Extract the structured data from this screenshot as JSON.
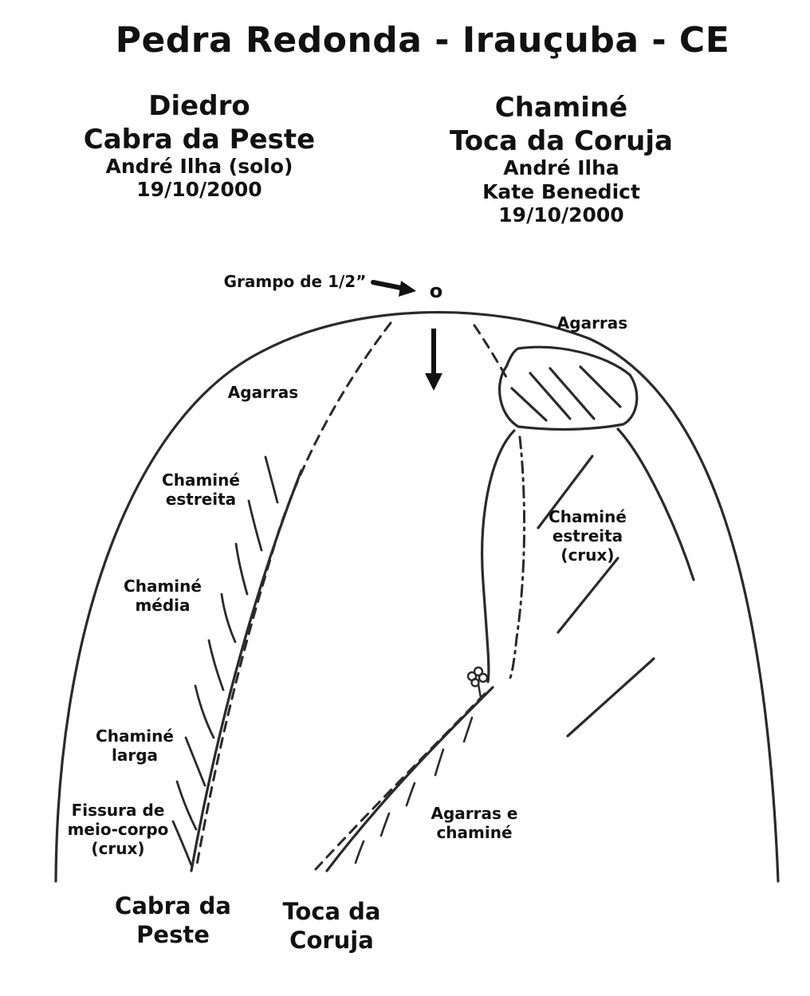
{
  "title": "Pedra Redonda - Irauçuba - CE",
  "routes": [
    {
      "name_line1": "Diedro",
      "name_line2": "Cabra da Peste",
      "credits": [
        "André Ilha (solo)",
        "19/10/2000"
      ]
    },
    {
      "name_line1": "Chaminé",
      "name_line2": "Toca da Coruja",
      "credits": [
        "André Ilha",
        "Kate Benedict",
        "19/10/2000"
      ]
    }
  ],
  "labels": {
    "bolt": "Grampo de 1/2”",
    "bolt_marker": "o",
    "holds_top_right": "Agarras",
    "holds_left": "Agarras",
    "left_chimney_narrow": [
      "Chaminé",
      "estreita"
    ],
    "left_chimney_medium": [
      "Chaminé",
      "média"
    ],
    "left_chimney_wide": [
      "Chaminé",
      "larga"
    ],
    "left_crack": [
      "Fissura de",
      "meio-corpo",
      "(crux)"
    ],
    "right_chimney_narrow": [
      "Chaminé",
      "estreita",
      "(crux)"
    ],
    "right_holds_chimney": [
      "Agarras e",
      "chaminé"
    ]
  },
  "bases": {
    "left": [
      "Cabra da",
      "Peste"
    ],
    "right": [
      "Toca da",
      "Coruja"
    ]
  }
}
